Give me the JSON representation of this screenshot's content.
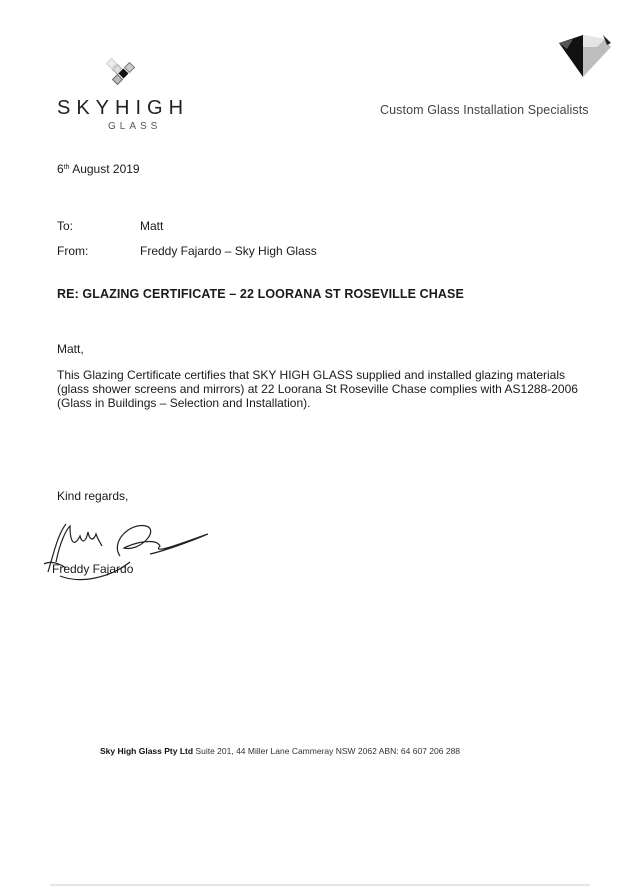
{
  "header": {
    "logo_word": "SKYHIGH",
    "logo_sub": "GLASS",
    "tagline": "Custom Glass Installation Specialists"
  },
  "letter": {
    "date_day": "6",
    "date_suffix": "th",
    "date_rest": " August 2019",
    "to_label": "To:",
    "to_value": "Matt",
    "from_label": "From:",
    "from_value": "Freddy Fajardo – Sky High Glass",
    "subject": "RE: GLAZING CERTIFICATE – 22 LOORANA ST ROSEVILLE CHASE",
    "salutation": "Matt,",
    "body": "This Glazing Certificate certifies that SKY HIGH GLASS supplied and installed glazing materials (glass shower screens and mirrors) at 22 Loorana St Roseville Chase complies with AS1288-2006 (Glass in Buildings – Selection and Installation).",
    "closing": "Kind regards,",
    "signatory": "Freddy Fajardo"
  },
  "footer": {
    "company": "Sky High Glass Pty Ltd",
    "address": " Suite 201, 44 Miller Lane Cammeray NSW 2062 ABN: 64 607 206 288"
  }
}
